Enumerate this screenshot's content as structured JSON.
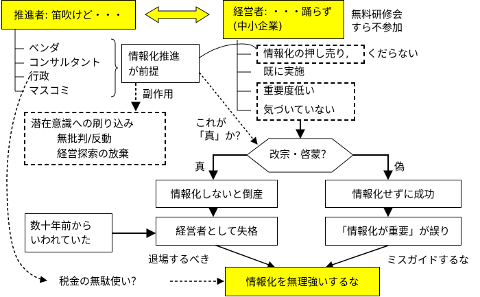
{
  "promoter": {
    "title": "推進者: 笛吹けど・・・",
    "items": [
      "ベンダ",
      "コンサルタント",
      "行政",
      "マスコミ"
    ]
  },
  "manager": {
    "title_line1": "経営者: ・・・踊らず",
    "title_line2": "(中小企業)",
    "note_line1": "無料研修会",
    "note_line2": "すら不参加",
    "items": [
      "情報化の押し売り,",
      "既に実施",
      "重要度低い",
      "気づいていない"
    ],
    "item1_suffix": "くだらない"
  },
  "premise_box": {
    "line1": "情報化推進",
    "line2": "が前提"
  },
  "side_effect_label": "副作用",
  "subconscious_box": {
    "line1": "潜在意識への刷り込み",
    "line2": "無批判/反動",
    "line3": "経営探索の放棄"
  },
  "question_label": {
    "line1": "これが",
    "line2": "「真」か？"
  },
  "decision": {
    "label": "改宗・啓蒙？"
  },
  "true_label": "真",
  "false_label": "偽",
  "true_branch": {
    "box1": "情報化しないと倒産",
    "box2": "経営者として失格",
    "note": "退場するべき"
  },
  "false_branch": {
    "box1": "情報化せずに成功",
    "box2": "「情報化が重要」が誤り",
    "note": "ミスガイドするな"
  },
  "decades_box": {
    "line1": "数十年前から",
    "line2": "いわれていた"
  },
  "tax_waste_label": "税金の無駄使い？",
  "conclusion": "情報化を無理強いするな",
  "colors": {
    "highlight": "#ffff00",
    "line": "#000000"
  }
}
